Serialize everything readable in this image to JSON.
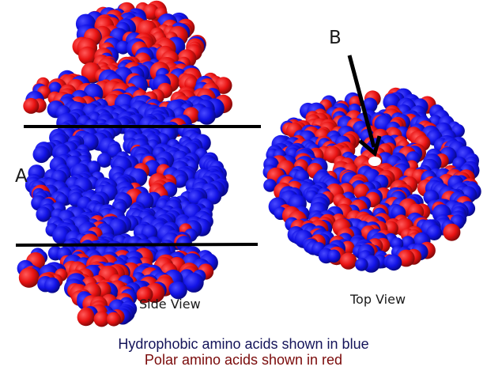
{
  "labels": {
    "a": "A",
    "b": "B",
    "side_view": "Side View",
    "top_view": "Top View"
  },
  "legend": {
    "hydrophobic": "Hydrophobic amino acids shown in blue",
    "polar": "Polar amino acids shown in red"
  },
  "colors": {
    "hydrophobic": "#1212e6",
    "hydrophobic_dark": "#0a0a8c",
    "polar": "#e81212",
    "polar_dark": "#8a0808",
    "legend_hydrophobic": "#14145a",
    "legend_polar": "#7a0a0a",
    "line": "#000000"
  }
}
